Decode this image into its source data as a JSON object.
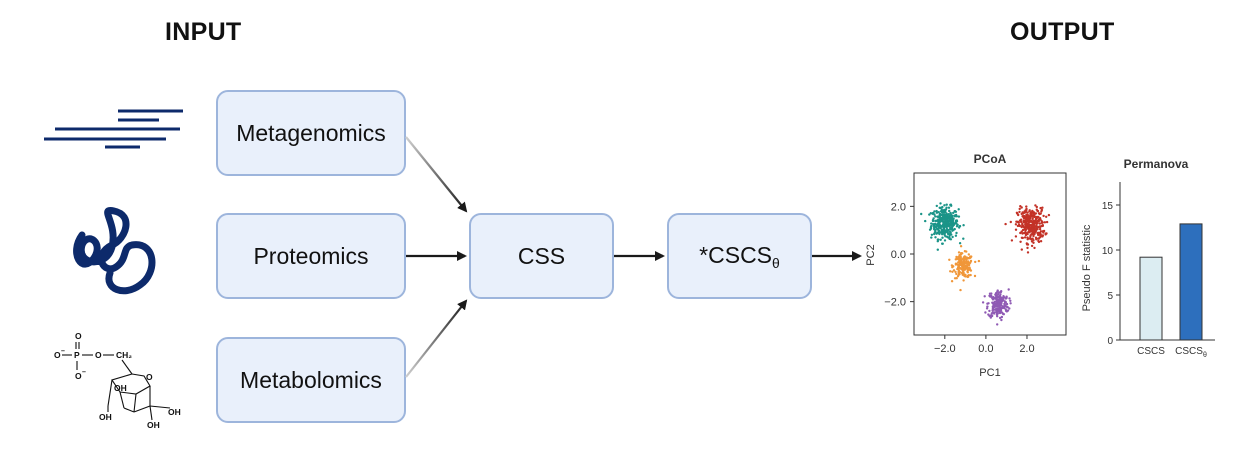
{
  "input_heading": "INPUT",
  "output_heading": "OUTPUT",
  "inputs": [
    {
      "label": "Metagenomics",
      "icon": "dna-sequence-reads-icon"
    },
    {
      "label": "Proteomics",
      "icon": "folded-protein-icon"
    },
    {
      "label": "Metabolomics",
      "icon": "glucose-phosphate-structure-icon"
    }
  ],
  "molecule_labels": {
    "o_top": "O",
    "o_left": "O",
    "minus_left": "–",
    "p": "P",
    "o_mid": "O",
    "ch2": "CH₂",
    "o_bottom": "O",
    "minus_bottom": "–",
    "oh1": "OH",
    "oh2": "OH",
    "oh3": "OH",
    "oh4": "OH",
    "ring_o": "O"
  },
  "pipeline": {
    "css_label": "CSS",
    "cscs_label": "*CSCS",
    "cscs_subscript": "θ"
  },
  "colors": {
    "box_fill": "#e9f0fb",
    "box_border": "#9db5dc",
    "navy": "#0d2a6b",
    "teal": "#1b9488",
    "orange": "#f0973a",
    "purple": "#8f5ab4",
    "red": "#c33227",
    "bar_light": "#dcedf2",
    "bar_dark": "#2d6fbd"
  },
  "chart_data": [
    {
      "type": "scatter",
      "title": "PCoA",
      "xlabel": "PC1",
      "ylabel": "PC2",
      "xticks": [
        "−2.0",
        "0.0",
        "2.0"
      ],
      "yticks": [
        "2.0",
        "0.0",
        "−2.0"
      ],
      "xlim": [
        -3.5,
        3.9
      ],
      "ylim": [
        -3.4,
        3.4
      ],
      "series": [
        {
          "color": "#1b9488",
          "center": [
            -2.0,
            1.3
          ],
          "spread": [
            0.55,
            0.55
          ],
          "count": 350
        },
        {
          "color": "#f0973a",
          "center": [
            -1.1,
            -0.5
          ],
          "spread": [
            0.4,
            0.42
          ],
          "count": 200
        },
        {
          "color": "#8f5ab4",
          "center": [
            0.6,
            -2.1
          ],
          "spread": [
            0.42,
            0.5
          ],
          "count": 200
        },
        {
          "color": "#c33227",
          "center": [
            2.2,
            1.2
          ],
          "spread": [
            0.55,
            0.6
          ],
          "count": 330
        }
      ]
    },
    {
      "type": "bar",
      "title": "Permanova",
      "categories": [
        "CSCS",
        "CSCS"
      ],
      "category_subscripts": [
        "",
        "θ"
      ],
      "values": [
        9.2,
        12.9
      ],
      "colors": [
        "#dcedf2",
        "#2d6fbd"
      ],
      "ylabel": "Pseudo F statistic",
      "ylim": [
        0,
        18
      ],
      "yticks": [
        "0",
        "5",
        "10",
        "15"
      ]
    }
  ]
}
